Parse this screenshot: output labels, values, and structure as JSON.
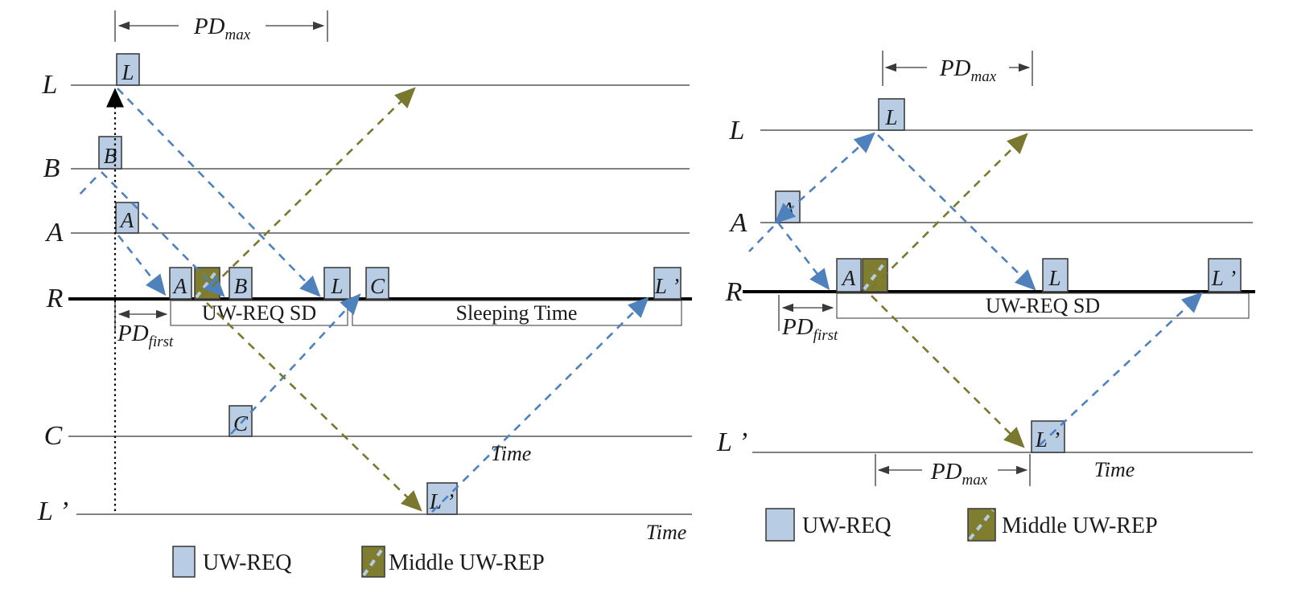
{
  "diagram_type": "underwater-ranging-protocol-timing-diagram",
  "labels": {
    "L": "L",
    "B": "B",
    "A": "A",
    "R": "R",
    "C": "C",
    "L_prime": "L ’",
    "PD": "PD",
    "max": "max",
    "first": "first",
    "uw_req_sd": "UW-REQ SD",
    "sleeping_time": "Sleeping Time",
    "time": "Time",
    "uw_req": "UW-REQ",
    "middle_uw_rep": "Middle UW-REP"
  },
  "colors": {
    "req_fill": "#b8cce4",
    "rep_fill": "#7f7d30",
    "blue_arrow": "#4f81bd",
    "olive_arrow": "#7a782e",
    "box_border": "#3f3f3f",
    "timeline": "#6f6f6f",
    "r_line": "#000000",
    "dimension": "#3a3a3a",
    "hatch": "#b8cce4"
  },
  "legend": {
    "items": [
      {
        "swatch": "uw-req",
        "label": "UW-REQ"
      },
      {
        "swatch": "middle-uw-rep",
        "label": "Middle UW-REP"
      }
    ]
  },
  "left_panel": {
    "timelines": [
      "L",
      "B",
      "A",
      "R",
      "C",
      "L ’"
    ],
    "time_axis_label": "Time",
    "sender_events": [
      "L",
      "B",
      "A",
      "C",
      "L ’"
    ],
    "receiver_row_events": [
      "A",
      "Middle UW-REP",
      "B",
      "L",
      "C",
      "L ’"
    ],
    "annotations": [
      "PDmax",
      "PDfirst",
      "UW-REQ SD",
      "Sleeping Time"
    ]
  },
  "right_panel": {
    "timelines": [
      "L",
      "A",
      "R",
      "L ’"
    ],
    "time_axis_label": "Time",
    "sender_events": [
      "A",
      "L",
      "L ’"
    ],
    "receiver_row_events": [
      "A",
      "Middle UW-REP",
      "L",
      "L ’"
    ],
    "annotations": [
      "PDmax (top)",
      "PDfirst",
      "UW-REQ SD",
      "PDmax (bottom)"
    ]
  }
}
